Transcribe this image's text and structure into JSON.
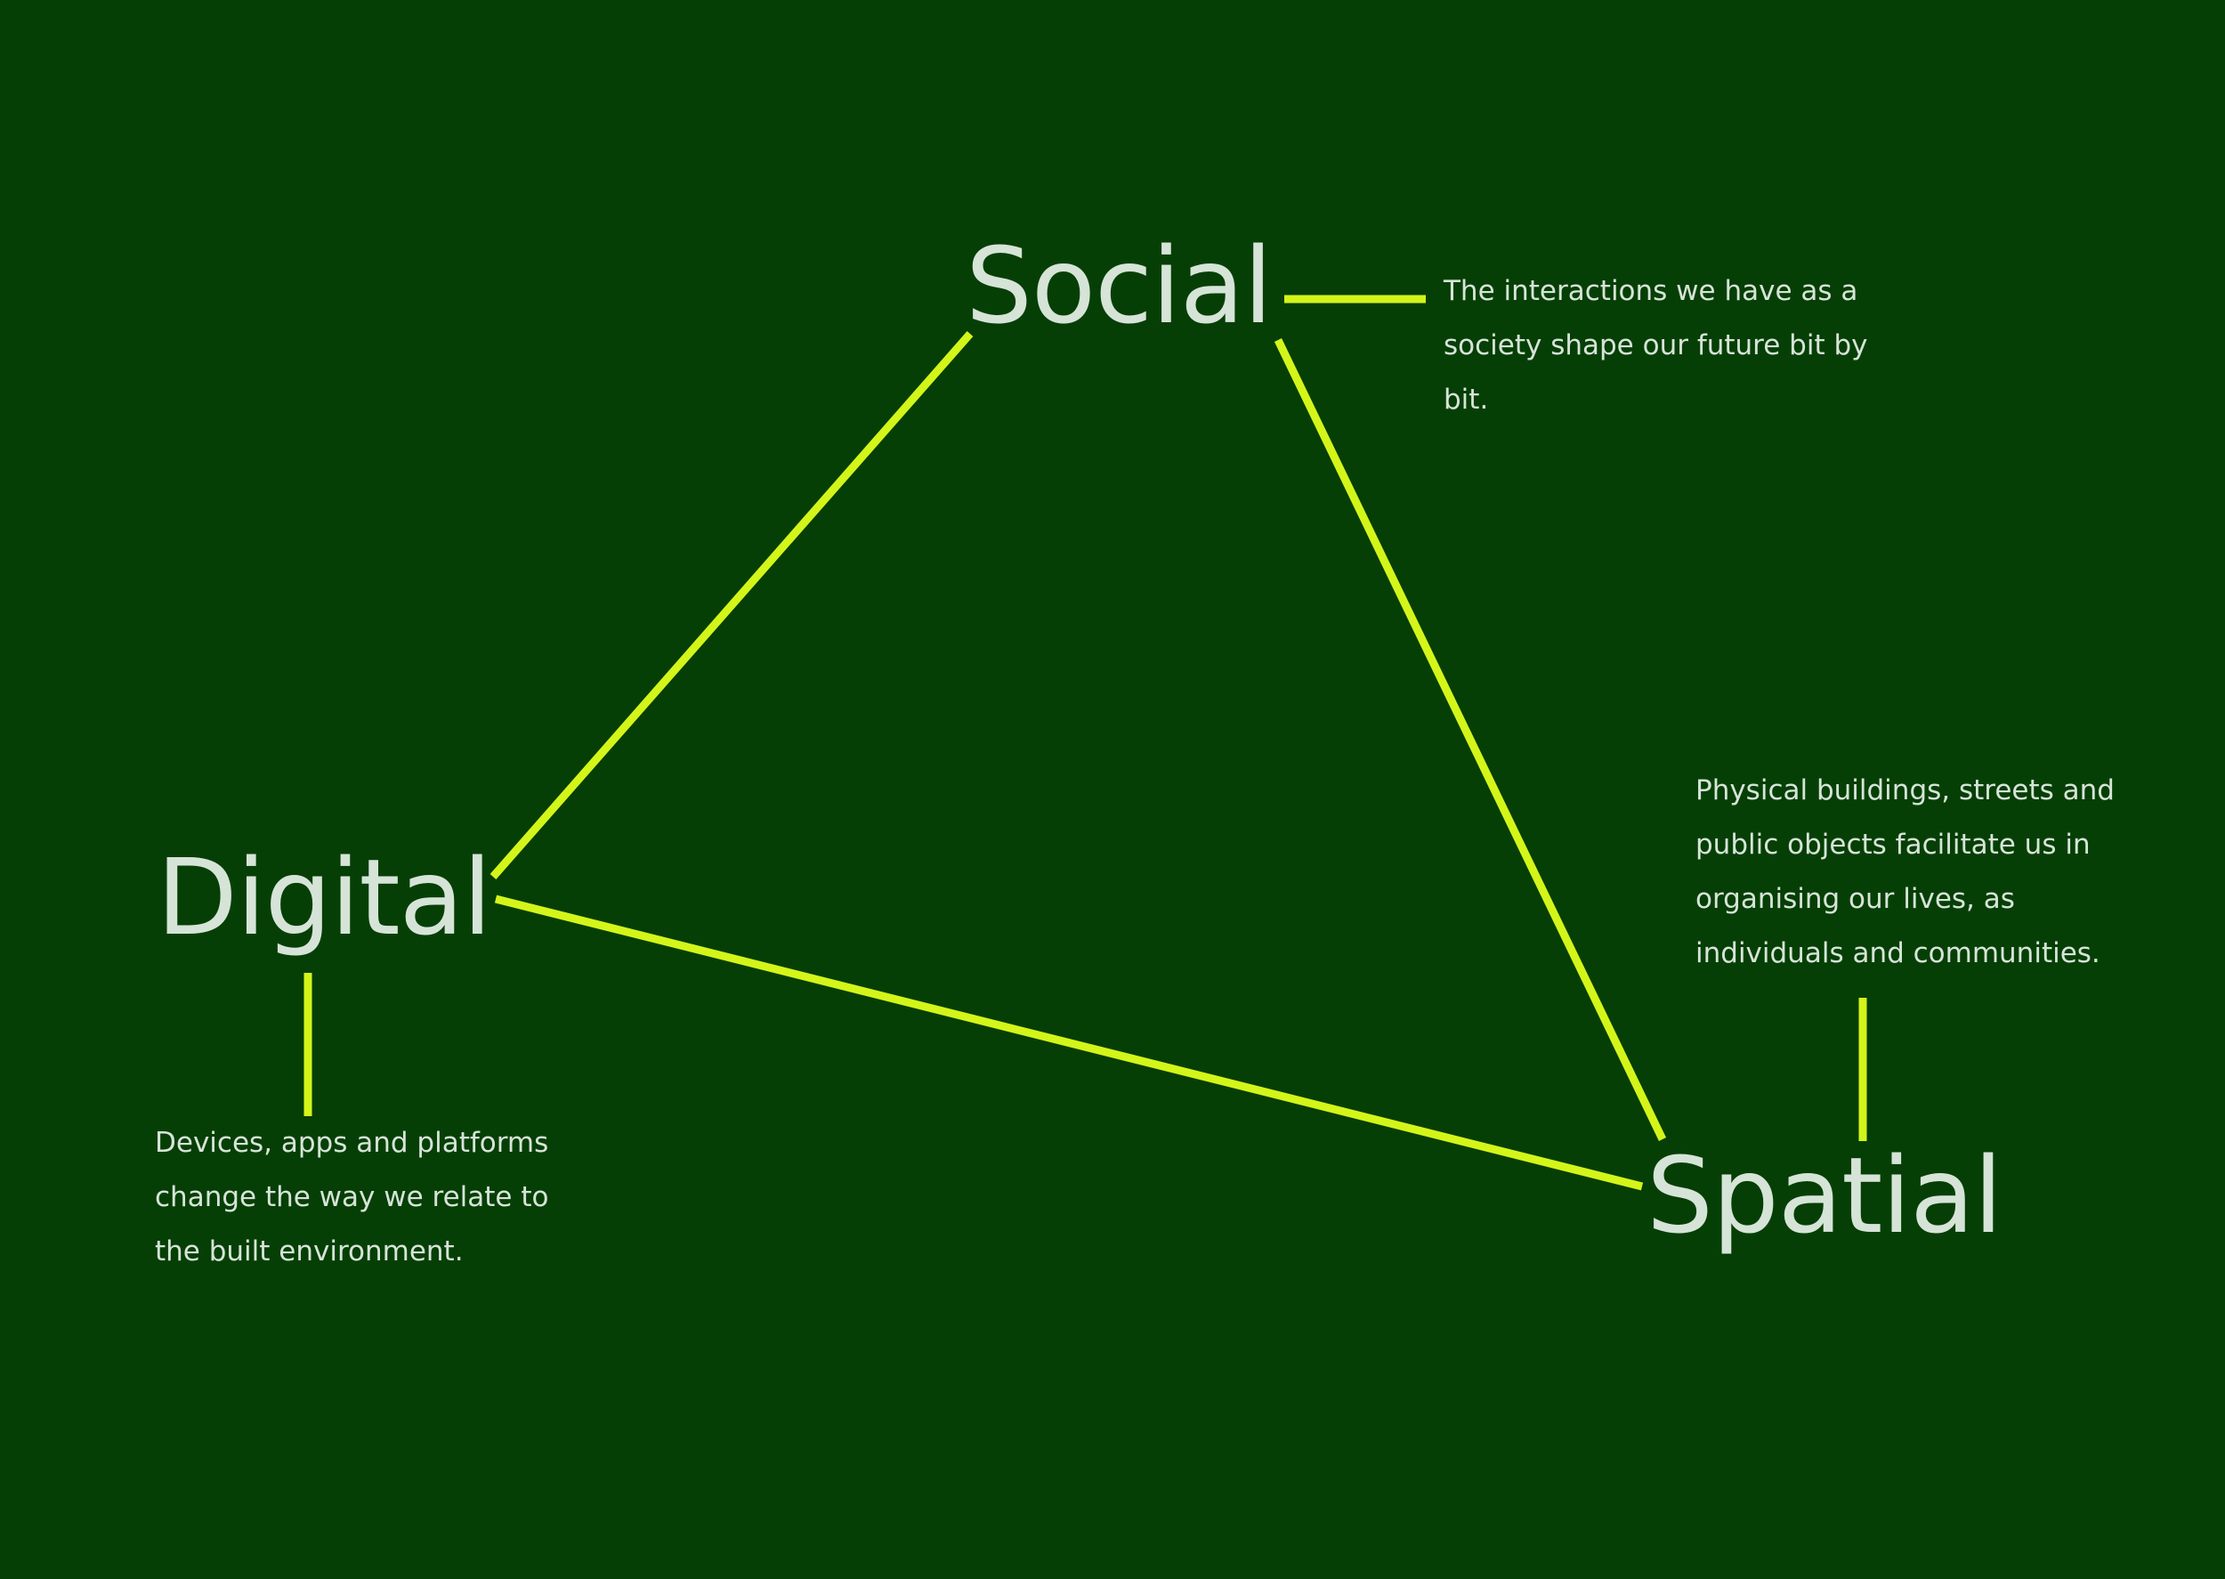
{
  "colors": {
    "background": "#063f05",
    "connector": "#d4f51a",
    "text": "#d6e4d8"
  },
  "nodes": {
    "social": {
      "label": "Social",
      "description": "The interactions we have as a society shape our future bit by bit."
    },
    "digital": {
      "label": "Digital",
      "description": "Devices, apps and platforms change the way we relate to the built environment."
    },
    "spatial": {
      "label": "Spatial",
      "description": "Physical buildings, streets and public objects facilitate us in organising our lives, as individuals and communities."
    }
  }
}
